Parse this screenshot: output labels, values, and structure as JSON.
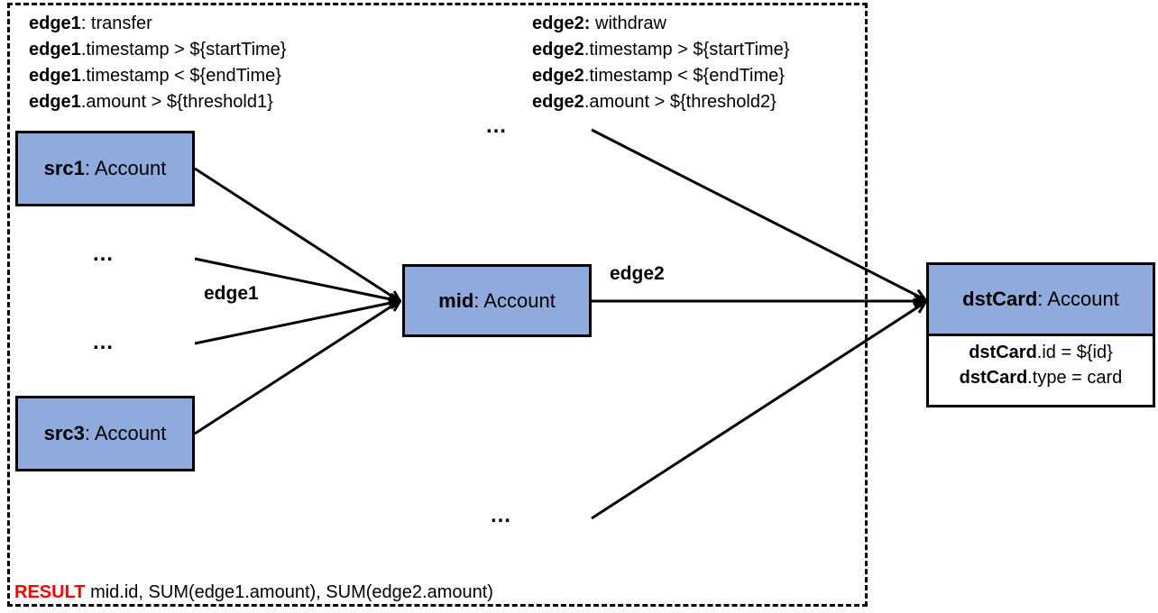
{
  "edge1_conditions": [
    {
      "var": "edge1",
      "rest": ": transfer"
    },
    {
      "var": "edge1",
      "rest": ".timestamp > ${startTime}"
    },
    {
      "var": "edge1",
      "rest": ".timestamp < ${endTime}"
    },
    {
      "var": "edge1",
      "rest": ".amount > ${threshold1}"
    }
  ],
  "edge2_conditions": [
    {
      "var": "edge2:",
      "rest": " withdraw"
    },
    {
      "var": "edge2",
      "rest": ".timestamp  > ${startTime}"
    },
    {
      "var": "edge2",
      "rest": ".timestamp < ${endTime}"
    },
    {
      "var": "edge2",
      "rest": ".amount > ${threshold2}"
    }
  ],
  "nodes": {
    "src1": {
      "name": "src1",
      "type": " : Account"
    },
    "src3": {
      "name": "src3",
      "type": " : Account"
    },
    "mid": {
      "name": "mid",
      "type": " : Account"
    },
    "dst": {
      "name": "dstCard",
      "type": " : Account"
    }
  },
  "dst_props": [
    {
      "var": "dstCard",
      "rest": ".id = ${id}"
    },
    {
      "var": "dstCard",
      "rest": ".type = card"
    }
  ],
  "labels": {
    "edge1": "edge1",
    "edge2": "edge2",
    "dots": "…"
  },
  "result": {
    "keyword": "RESULT",
    "text": " mid.id, SUM(edge1.amount), SUM(edge2.amount)"
  },
  "colors": {
    "node_fill": "#8faadc",
    "result_keyword": "#ff0000"
  }
}
